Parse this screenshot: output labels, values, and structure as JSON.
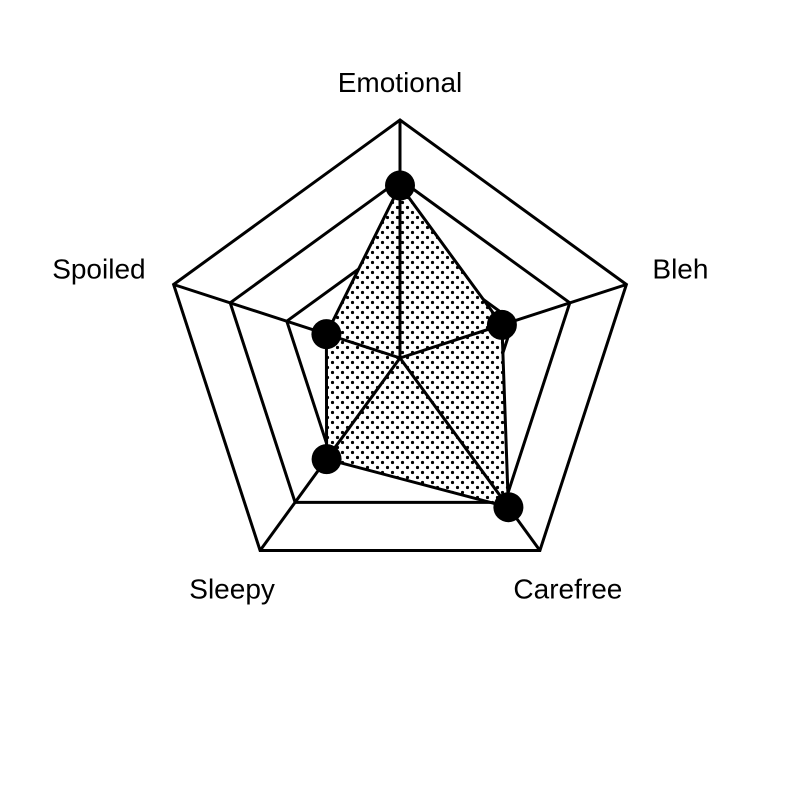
{
  "chart_data": {
    "type": "radar",
    "title": "",
    "axes": [
      "Emotional",
      "Bleh",
      "Carefree",
      "Sleepy",
      "Spoiled"
    ],
    "range": [
      0,
      4
    ],
    "rings": 4,
    "grid": true,
    "legend": "none",
    "series": [
      {
        "values": [
          2.9,
          1.8,
          3.1,
          2.1,
          1.3
        ]
      }
    ],
    "colors": {
      "stroke": "#000000",
      "marker": "#000000",
      "fill_pattern": "dots"
    }
  }
}
